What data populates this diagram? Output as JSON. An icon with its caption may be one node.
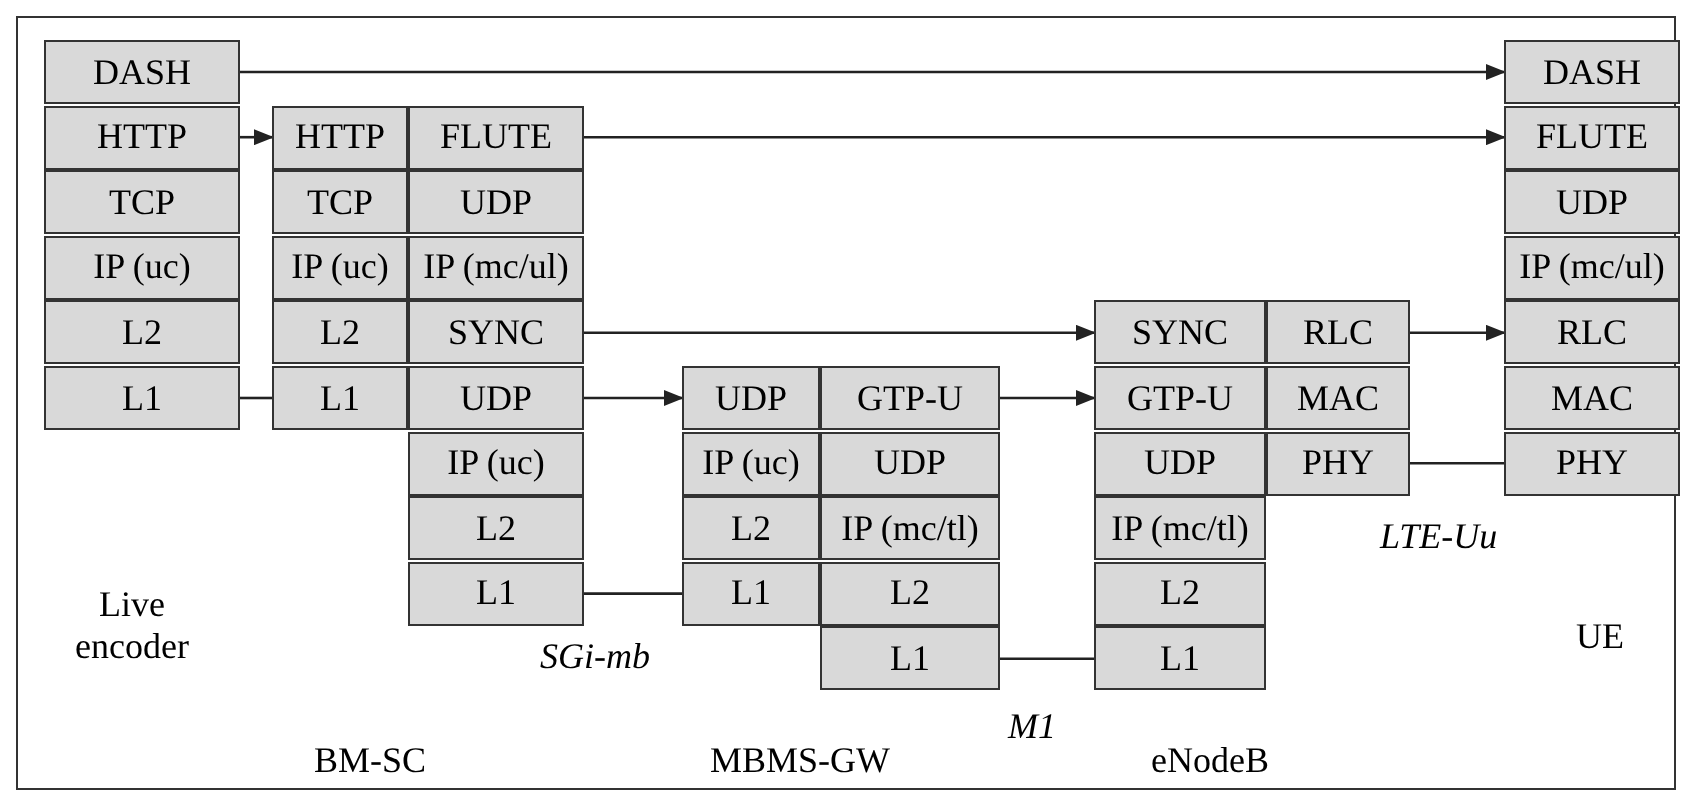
{
  "diagram": {
    "nodes": [
      {
        "text": [
          "DASH"
        ]
      },
      {
        "text": [
          "HTTP"
        ]
      },
      {
        "text": [
          "TCP"
        ]
      },
      {
        "text": [
          "IP (uc)"
        ]
      },
      {
        "text": [
          "L2"
        ]
      },
      {
        "text": [
          "L1"
        ]
      },
      {
        "text": [
          "HTTP"
        ]
      },
      {
        "text": [
          "TCP"
        ]
      },
      {
        "text": [
          "IP (uc)"
        ]
      },
      {
        "text": [
          "L2"
        ]
      },
      {
        "text": [
          "L1"
        ]
      },
      {
        "text": [
          "FLUTE"
        ]
      },
      {
        "text": [
          "UDP"
        ]
      },
      {
        "text": [
          "IP (mc/ul)"
        ]
      },
      {
        "text": [
          "SYNC"
        ]
      },
      {
        "text": [
          "UDP"
        ]
      },
      {
        "text": [
          "IP (uc)"
        ]
      },
      {
        "text": [
          "L2"
        ]
      },
      {
        "text": [
          "L1"
        ]
      },
      {
        "text": [
          "UDP"
        ]
      },
      {
        "text": [
          "IP (uc)"
        ]
      },
      {
        "text": [
          "L2"
        ]
      },
      {
        "text": [
          "L1"
        ]
      },
      {
        "text": [
          "GTP-U"
        ]
      },
      {
        "text": [
          "UDP"
        ]
      },
      {
        "text": [
          "IP (mc/tl)"
        ]
      },
      {
        "text": [
          "L2"
        ]
      },
      {
        "text": [
          "L1"
        ]
      },
      {
        "text": [
          "SYNC"
        ]
      },
      {
        "text": [
          "GTP-U"
        ]
      },
      {
        "text": [
          "UDP"
        ]
      },
      {
        "text": [
          "IP (mc/tl)"
        ]
      },
      {
        "text": [
          "L2"
        ]
      },
      {
        "text": [
          "L1"
        ]
      },
      {
        "text": [
          "RLC"
        ]
      },
      {
        "text": [
          "MAC"
        ]
      },
      {
        "text": [
          "PHY"
        ]
      },
      {
        "text": [
          "DASH"
        ]
      },
      {
        "text": [
          "FLUTE"
        ]
      },
      {
        "text": [
          "UDP"
        ]
      },
      {
        "text": [
          "IP (mc/ul)"
        ]
      },
      {
        "text": [
          "RLC"
        ]
      },
      {
        "text": [
          "MAC"
        ]
      },
      {
        "text": [
          "PHY"
        ]
      }
    ],
    "edges": [
      {
        "from": 0,
        "to": 37,
        "arrow": "to"
      },
      {
        "from": 1,
        "to": 6,
        "arrow": "to"
      },
      {
        "from": 11,
        "to": 38,
        "arrow": "to"
      },
      {
        "from": 14,
        "to": 28,
        "arrow": "to"
      },
      {
        "from": 15,
        "to": 19,
        "arrow": "to"
      },
      {
        "from": 23,
        "to": 29,
        "arrow": "to"
      },
      {
        "from": 34,
        "to": 41,
        "arrow": "to"
      },
      {
        "from": 5,
        "to": 10,
        "arrow": "none"
      },
      {
        "from": 18,
        "to": 22,
        "arrow": "none",
        "label": "SGi-mb"
      },
      {
        "from": 27,
        "to": 33,
        "arrow": "none",
        "label": "M1"
      },
      {
        "from": 36,
        "to": 43,
        "arrow": "none",
        "label": "LTE-Uu"
      }
    ],
    "labels": [
      "Live encoder",
      "UE",
      "BM-SC",
      "MBMS-GW",
      "eNodeB"
    ]
  }
}
